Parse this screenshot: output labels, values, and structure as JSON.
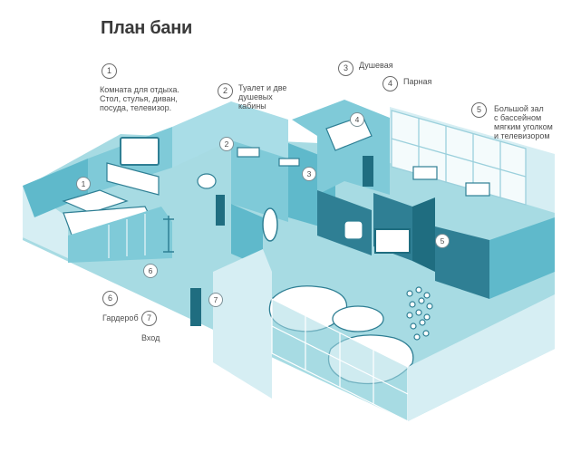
{
  "title": "План бани",
  "colors": {
    "floor": "#a7dbe3",
    "wall_light": "#d6eef3",
    "wall_mid": "#7fcad8",
    "wall_dark": "#2f7f94",
    "accent": "#1f6d80"
  },
  "legend": [
    {
      "number": "1",
      "text": "Комната для отдыха.\nСтол, стулья, диван,\nпосуда, телевизор."
    },
    {
      "number": "2",
      "text": "Туалет и две\nдушевых\nкабины"
    },
    {
      "number": "3",
      "text": "Душевая"
    },
    {
      "number": "4",
      "text": "Парная"
    },
    {
      "number": "5",
      "text": "Большой зал\nс бассейном\nмягким уголком\nи телевизором"
    },
    {
      "number": "6",
      "text": "Гардероб"
    },
    {
      "number": "7",
      "text": "Вход"
    }
  ],
  "map_markers": [
    "1",
    "2",
    "3",
    "4",
    "5",
    "6",
    "7"
  ]
}
